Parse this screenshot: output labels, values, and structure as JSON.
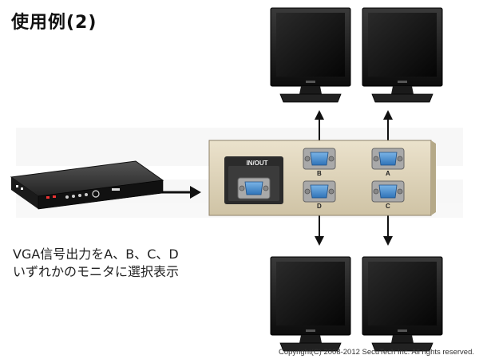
{
  "title": "使用例(2)",
  "caption": {
    "line1": "VGA信号出力をA、B、C、D",
    "line2": "いずれかのモニタに選択表示"
  },
  "switch_box": {
    "inout_label": "IN/OUT",
    "ports": [
      {
        "id": "B",
        "label": "B"
      },
      {
        "id": "A",
        "label": "A"
      },
      {
        "id": "D",
        "label": "D"
      },
      {
        "id": "C",
        "label": "C"
      }
    ]
  },
  "copyright": "Copyright(C) 2008-2012 SecuTech Inc. All rights reserved."
}
